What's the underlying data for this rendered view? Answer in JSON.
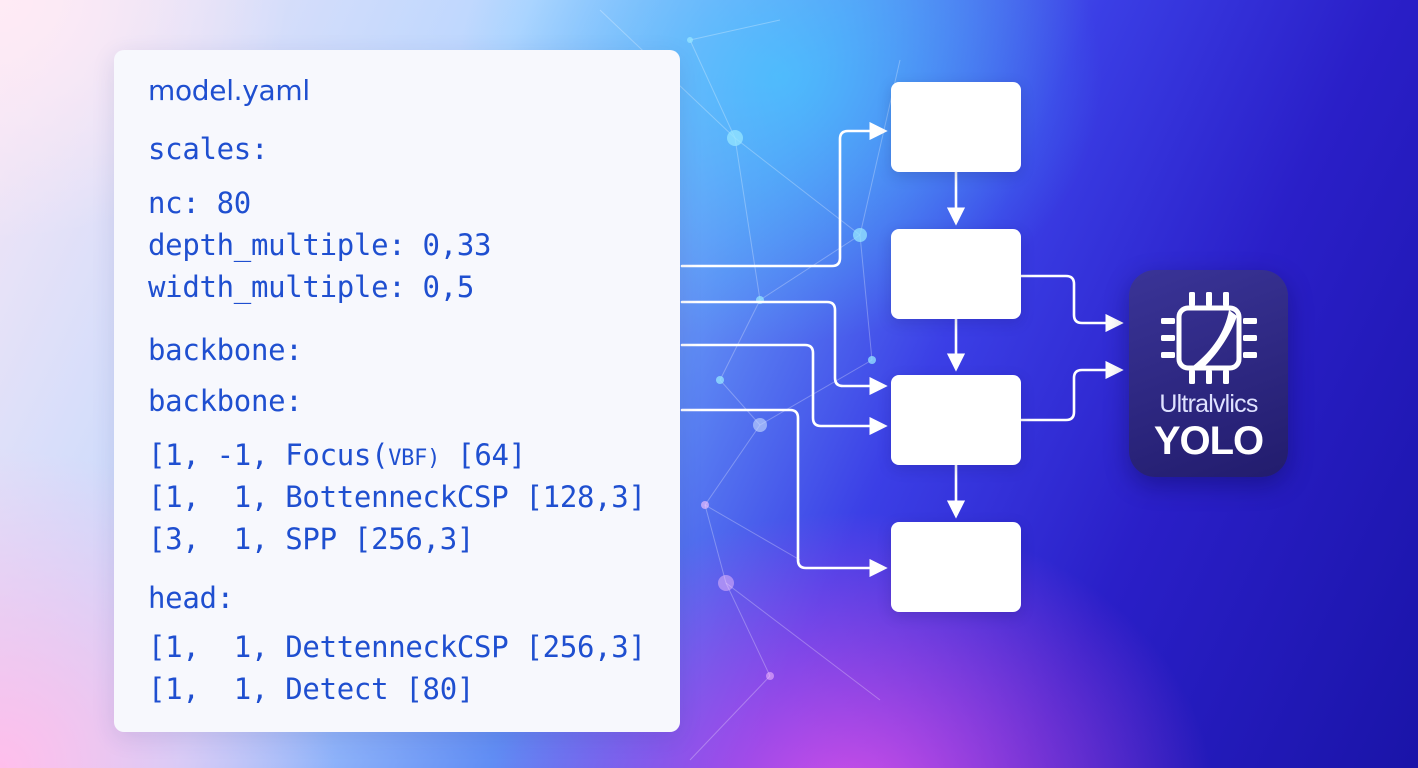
{
  "code_panel": {
    "file_title": "model.yaml",
    "scales_label": "scales:",
    "nc_line": "nc: 80",
    "depth_line": "depth_multiple: 0,33",
    "width_line": "width_multiple: 0,5",
    "backbone_label_1": "backbone:",
    "backbone_label_2": "backbone:",
    "backbone_rows": [
      {
        "prefix": "[1, -1, Focus(",
        "small": "VBF)",
        "suffix": " [64]"
      },
      {
        "text": "[1,  1, BottenneckCSP [128,3]"
      },
      {
        "text": "[3,  1, SPP [256,3]"
      }
    ],
    "head_label": "head:",
    "head_rows": [
      {
        "text": "[1,  1, DettenneckCSP [256,3]"
      },
      {
        "text": "[1,  1, Detect [80]"
      }
    ]
  },
  "badge": {
    "brand": "Ultralvlics",
    "product": "YOLO",
    "icon": "chip-icon"
  },
  "colors": {
    "code_text": "#1f4fd0",
    "panel_bg": "#f7f8fd",
    "badge_bg": "#2b2580",
    "connector": "#ffffff"
  }
}
